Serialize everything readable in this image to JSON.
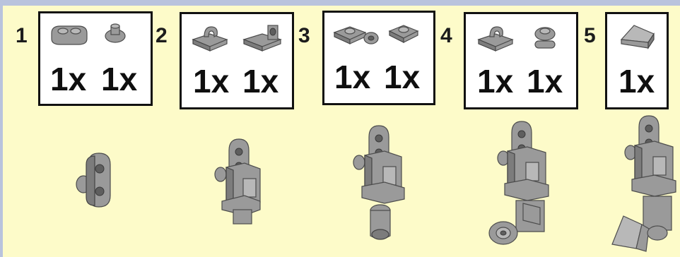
{
  "steps": [
    {
      "number": "1",
      "quantities": [
        "1x",
        "1x"
      ]
    },
    {
      "number": "2",
      "quantities": [
        "1x",
        "1x"
      ]
    },
    {
      "number": "3",
      "quantities": [
        "1x",
        "1x"
      ]
    },
    {
      "number": "4",
      "quantities": [
        "1x",
        "1x"
      ]
    },
    {
      "number": "5",
      "quantities": [
        "1x"
      ]
    }
  ],
  "colors": {
    "page_background": "#fdfbc9",
    "frame": "#b9c3dd",
    "brick": "#9a9a9a"
  }
}
